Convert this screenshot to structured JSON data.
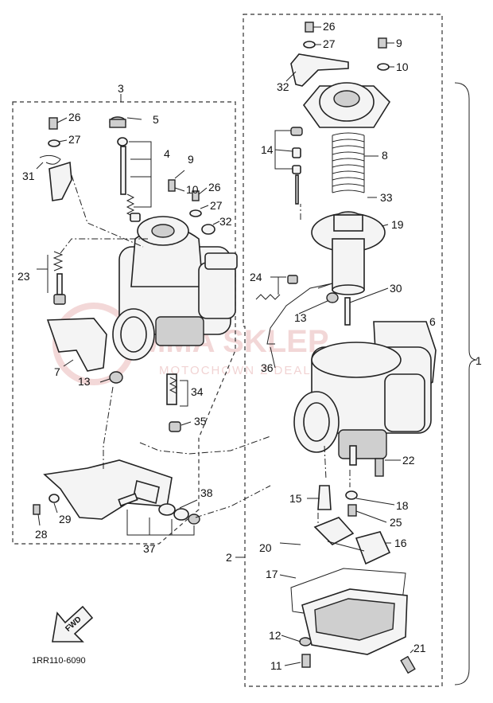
{
  "diagram": {
    "code": "1RR110-6090",
    "fwd_label": "FWD",
    "watermark": "MMA SKLEP",
    "watermark_sub": "MOTOCHOWN Z DEALER YAMAHA",
    "labels": [
      "1",
      "2",
      "3",
      "4",
      "5",
      "6",
      "7",
      "8",
      "9",
      "10",
      "11",
      "12",
      "13",
      "14",
      "15",
      "16",
      "17",
      "18",
      "19",
      "20",
      "21",
      "22",
      "23",
      "24",
      "25",
      "26",
      "27",
      "28",
      "29",
      "30",
      "31",
      "32",
      "33",
      "34",
      "35",
      "36",
      "37",
      "38"
    ]
  },
  "callouts": {
    "l1": "1",
    "l2": "2",
    "l3": "3",
    "l4": "4",
    "l5": "5",
    "l6": "6",
    "l7": "7",
    "l8": "8",
    "l9a": "9",
    "l9b": "9",
    "l10a": "10",
    "l10b": "10",
    "l11": "11",
    "l12": "12",
    "l13a": "13",
    "l13b": "13",
    "l14": "14",
    "l15": "15",
    "l16": "16",
    "l17": "17",
    "l18": "18",
    "l19": "19",
    "l20": "20",
    "l21": "21",
    "l22": "22",
    "l23": "23",
    "l24": "24",
    "l25": "25",
    "l26a": "26",
    "l26b": "26",
    "l26c": "26",
    "l27a": "27",
    "l27b": "27",
    "l27c": "27",
    "l28": "28",
    "l29": "29",
    "l30": "30",
    "l31": "31",
    "l32a": "32",
    "l32b": "32",
    "l33": "33",
    "l34": "34",
    "l35": "35",
    "l36": "36",
    "l37": "37",
    "l38": "38"
  }
}
